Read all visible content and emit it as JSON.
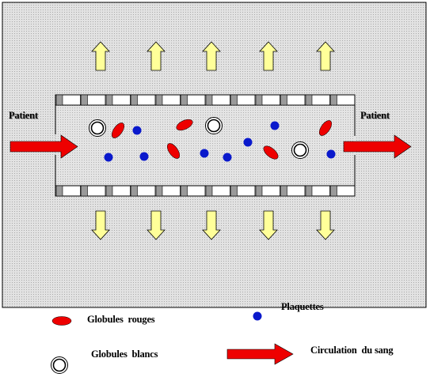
{
  "labels": {
    "patient_in": "Patient",
    "patient_out": "Patient"
  },
  "legend": {
    "red_cells": "Globules  rouges",
    "platelets": "Plaquettes",
    "white_cells": "Globules  blancs",
    "circulation": "Circulation  du sang"
  },
  "colors": {
    "background_gray": "#d7d7d7",
    "red": "#ee0000",
    "blue": "#0a19cc",
    "yellow_arrow": "#ffff99",
    "outline": "#000000"
  },
  "icons": {
    "up_arrow": "yellow-up-arrow",
    "down_arrow": "yellow-down-arrow",
    "flow_arrow": "red-right-arrow"
  }
}
